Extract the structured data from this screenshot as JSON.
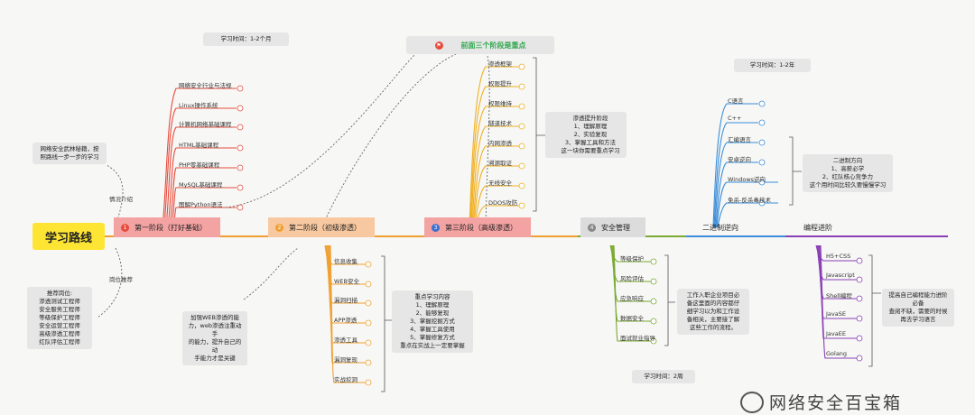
{
  "root": "学习路线",
  "branch_labels": {
    "intro": "情况介绍",
    "jobs": "岗位推荐"
  },
  "notes": {
    "time1": "学习时间：1-2个月",
    "time2": "学习时间：1-2年",
    "time3": "学习时间：2周",
    "intro": [
      "网络安全武林秘籍，按",
      "照路线一步一步的学习"
    ],
    "jobs": [
      "推荐岗位:",
      "渗透测试工程师",
      "安全服务工程师",
      "等级保护工程师",
      "安全运营工程师",
      "高级渗透工程师",
      "红队评估工程师"
    ],
    "web": [
      "加强WEB渗透的能",
      "力，web渗透注重动手",
      "的能力，提升自己的动",
      "手能力才是关键"
    ],
    "focus_top": "前面三个阶段是重点",
    "stage2_focus": [
      "重点学习内容",
      "1、理解原理",
      "2、能够复现",
      "3、掌握挖掘方式",
      "4、掌握工具使用",
      "5、掌握修复方式",
      "重点在实战上一定要掌握"
    ],
    "stage3_focus": [
      "渗透提升阶段",
      "1、理解原理",
      "2、实验复现",
      "3、掌握工具和方法",
      "这一块你需要重点学习"
    ],
    "reverse": [
      "二进制方向",
      "1、高薪必学",
      "2、红队核心竞争力",
      "这个用时间比较久要慢慢学习"
    ],
    "security": [
      "工作入职企业项目必",
      "备这里面的内容都仔",
      "细学习以为和工作设",
      "备相关，主要接了解",
      "这些工作的流程。"
    ],
    "programming": [
      "提高自己编程能力进阶",
      "必备",
      "查阅不缺，需要的时候",
      "再去学习语言"
    ]
  },
  "stages": [
    {
      "label": "第一阶段（打好基础）",
      "num": "1",
      "color": "#f4a3a3",
      "badge": "#e74c3c"
    },
    {
      "label": "第二阶段（初级渗透）",
      "num": "2",
      "color": "#f8c9a0",
      "badge": "#f0a030"
    },
    {
      "label": "第三阶段（高级渗透）",
      "num": "3",
      "color": "#f4a3a3",
      "badge": "#3b6fd1"
    },
    {
      "label": "安全管理",
      "num": "4",
      "color": "#dcdcdc",
      "badge": "#888888"
    },
    {
      "label": "二进制逆向",
      "num": "",
      "color": "#ffffff",
      "badge": ""
    },
    {
      "label": "编程进阶",
      "num": "",
      "color": "#ffffff",
      "badge": ""
    }
  ],
  "stage1_items": [
    "网络安全行业与法规",
    "Linux操作系统",
    "计算机网络基础课程",
    "HTML基础课程",
    "PHP零基础课程",
    "MySQL基础课程",
    "图解Python语法"
  ],
  "stage2_items": [
    "信息收集",
    "WEB安全",
    "漏洞扫描",
    "APP渗透",
    "渗透工具",
    "漏洞复现",
    "实战挖洞"
  ],
  "stage3_items": [
    "渗透框架",
    "权限提升",
    "权限维持",
    "隧道技术",
    "内网渗透",
    "溯源取证",
    "无线安全",
    "DDOS攻防"
  ],
  "stage4_items": [
    "等级保护",
    "风险评估",
    "应急响应",
    "数据安全",
    "面试就业指导"
  ],
  "reverse_items": [
    "C语言",
    "C++",
    "汇编语言",
    "安卓逆向",
    "Windows逆向",
    "免杀-反杀毒技术"
  ],
  "prog_items": [
    "H5+CSS",
    "Javascript",
    "Shell编程",
    "JavaSE",
    "JavaEE",
    "Golang"
  ],
  "watermark": "网络安全百宝箱"
}
